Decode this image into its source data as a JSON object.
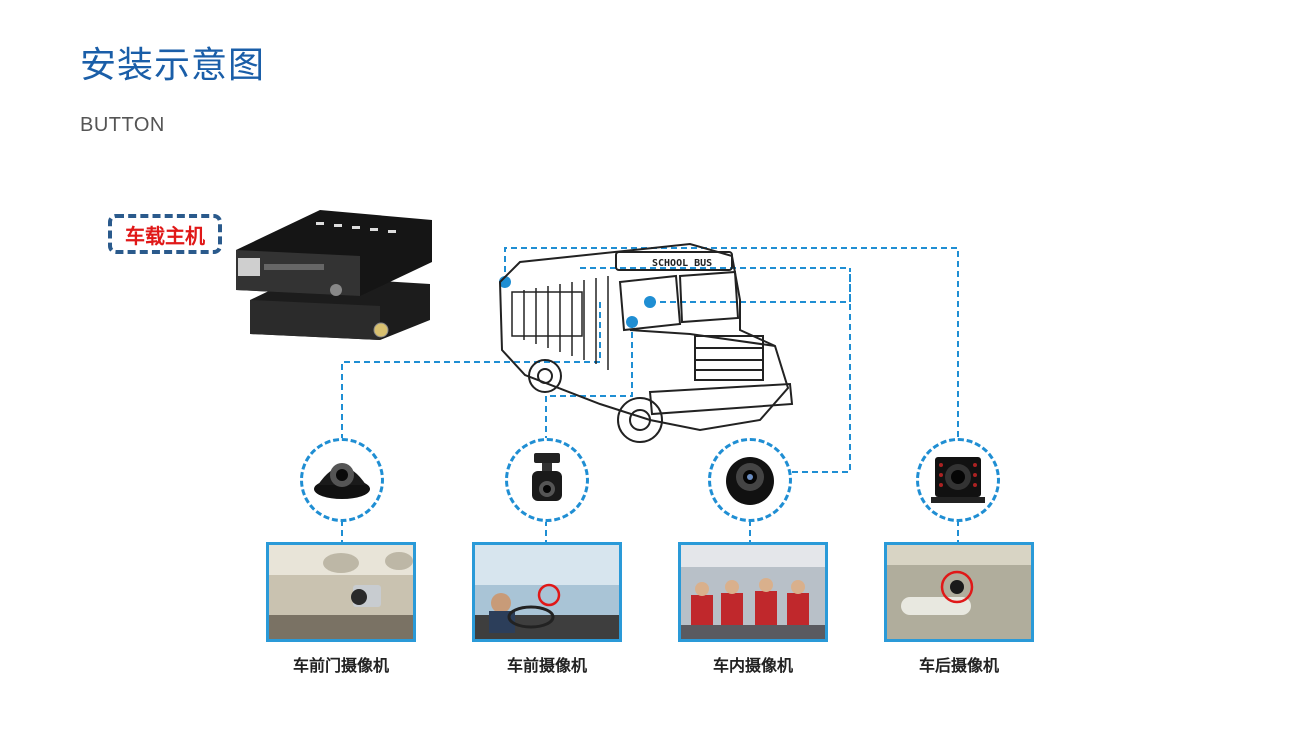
{
  "page": {
    "title": "安装示意图",
    "subtitle": "BUTTON"
  },
  "diagram": {
    "host_label": "车载主机",
    "bus_sign": "SCHOOL BUS",
    "cameras": [
      {
        "id": "front-door",
        "caption": "车前门摄像机",
        "icon": "dome-camera-icon"
      },
      {
        "id": "front",
        "caption": "车前摄像机",
        "icon": "bullet-camera-icon"
      },
      {
        "id": "interior",
        "caption": "车内摄像机",
        "icon": "dome-camera-icon"
      },
      {
        "id": "rear",
        "caption": "车后摄像机",
        "icon": "rear-ir-camera-icon"
      }
    ],
    "colors": {
      "title": "#1a5ea8",
      "connector": "#1f8ed3",
      "highlight": "#e01818",
      "host_border": "#2a5a8c"
    }
  }
}
